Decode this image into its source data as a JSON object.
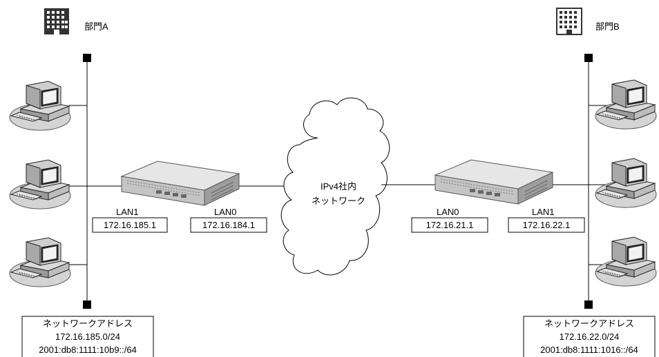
{
  "departments": {
    "a": {
      "name": "部門A"
    },
    "b": {
      "name": "部門B"
    }
  },
  "network_cloud": {
    "line1": "IPv4社内",
    "line2": "ネットワーク"
  },
  "router_a": {
    "lan1_label": "LAN1",
    "lan1_ip": "172.16.185.1",
    "lan0_label": "LAN0",
    "lan0_ip": "172.16.184.1"
  },
  "router_b": {
    "lan0_label": "LAN0",
    "lan0_ip": "172.16.21.1",
    "lan1_label": "LAN1",
    "lan1_ip": "172.16.22.1"
  },
  "network_a": {
    "heading": "ネットワークアドレス",
    "ipv4": "172.16.185.0/24",
    "ipv6": "2001:db8:1111:10b9::/64"
  },
  "network_b": {
    "heading": "ネットワークアドレス",
    "ipv4": "172.16.22.0/24",
    "ipv6": "2001:db8:1111:1016::/64"
  },
  "icons": {
    "building": "building-icon",
    "computer": "computer-icon",
    "router": "router-icon",
    "cloud": "cloud-icon"
  }
}
